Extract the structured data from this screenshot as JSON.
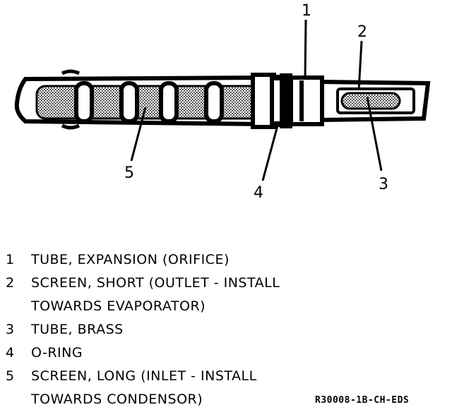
{
  "callouts": [
    "1",
    "2",
    "3",
    "4",
    "5"
  ],
  "legend": [
    {
      "num": "1",
      "text": "TUBE, EXPANSION (ORIFICE)"
    },
    {
      "num": "2",
      "text": "SCREEN, SHORT (OUTLET - INSTALL\nTOWARDS EVAPORATOR)"
    },
    {
      "num": "3",
      "text": "TUBE, BRASS"
    },
    {
      "num": "4",
      "text": "O-RING"
    },
    {
      "num": "5",
      "text": "SCREEN, LONG (INLET - INSTALL\nTOWARDS CONDENSOR)"
    }
  ],
  "figure_code": "R30008-1B-CH-EDS"
}
